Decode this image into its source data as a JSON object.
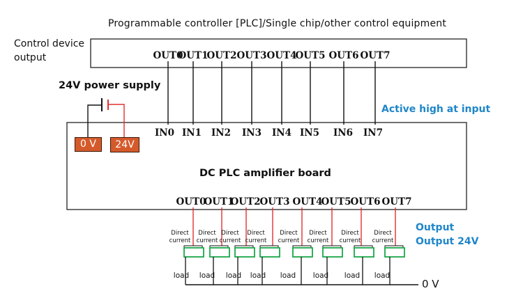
{
  "header": {
    "title": "Programmable controller [PLC]/Single chip/other control equipment"
  },
  "control_device": {
    "label_line1": "Control device",
    "label_line2": "output"
  },
  "controller_outputs": [
    "OUT0",
    "OUT1",
    "OUT2",
    "OUT3",
    "OUT4",
    "OUT5",
    "OUT6",
    "OUT7"
  ],
  "board_inputs": [
    "IN0",
    "IN1",
    "IN2",
    "IN3",
    "IN4",
    "IN5",
    "IN6",
    "IN7"
  ],
  "power_supply": {
    "title": "24V power supply",
    "negative_label": "0 V",
    "positive_label": "24V"
  },
  "input_note": "Active high at input",
  "board": {
    "title": "DC PLC amplifier board"
  },
  "board_outputs": [
    "OUT0",
    "OUT1",
    "OUT2",
    "OUT3",
    "OUT4",
    "OUT5",
    "OUT6",
    "OUT7"
  ],
  "output_note": {
    "line1": "Output",
    "line2": "Output 24V"
  },
  "loads": [
    {
      "dc_line1": "Direct",
      "dc_line2": "current",
      "load": "load"
    },
    {
      "dc_line1": "Direct",
      "dc_line2": "current",
      "load": "load"
    },
    {
      "dc_line1": "Direct",
      "dc_line2": "current",
      "load": "load"
    },
    {
      "dc_line1": "Direct",
      "dc_line2": "current",
      "load": "load"
    },
    {
      "dc_line1": "Direct",
      "dc_line2": "current",
      "load": "load"
    },
    {
      "dc_line1": "Direct",
      "dc_line2": "current",
      "load": "load"
    },
    {
      "dc_line1": "Direct",
      "dc_line2": "current",
      "load": "load"
    },
    {
      "dc_line1": "Direct",
      "dc_line2": "current",
      "load": "load"
    }
  ],
  "ground_label": "0 V",
  "colors": {
    "wire": "#111111",
    "power_wire": "#e03030",
    "terminal_fill": "#d55a2b",
    "note_blue": "#1f86c9",
    "load_green": "#1aa84a"
  }
}
